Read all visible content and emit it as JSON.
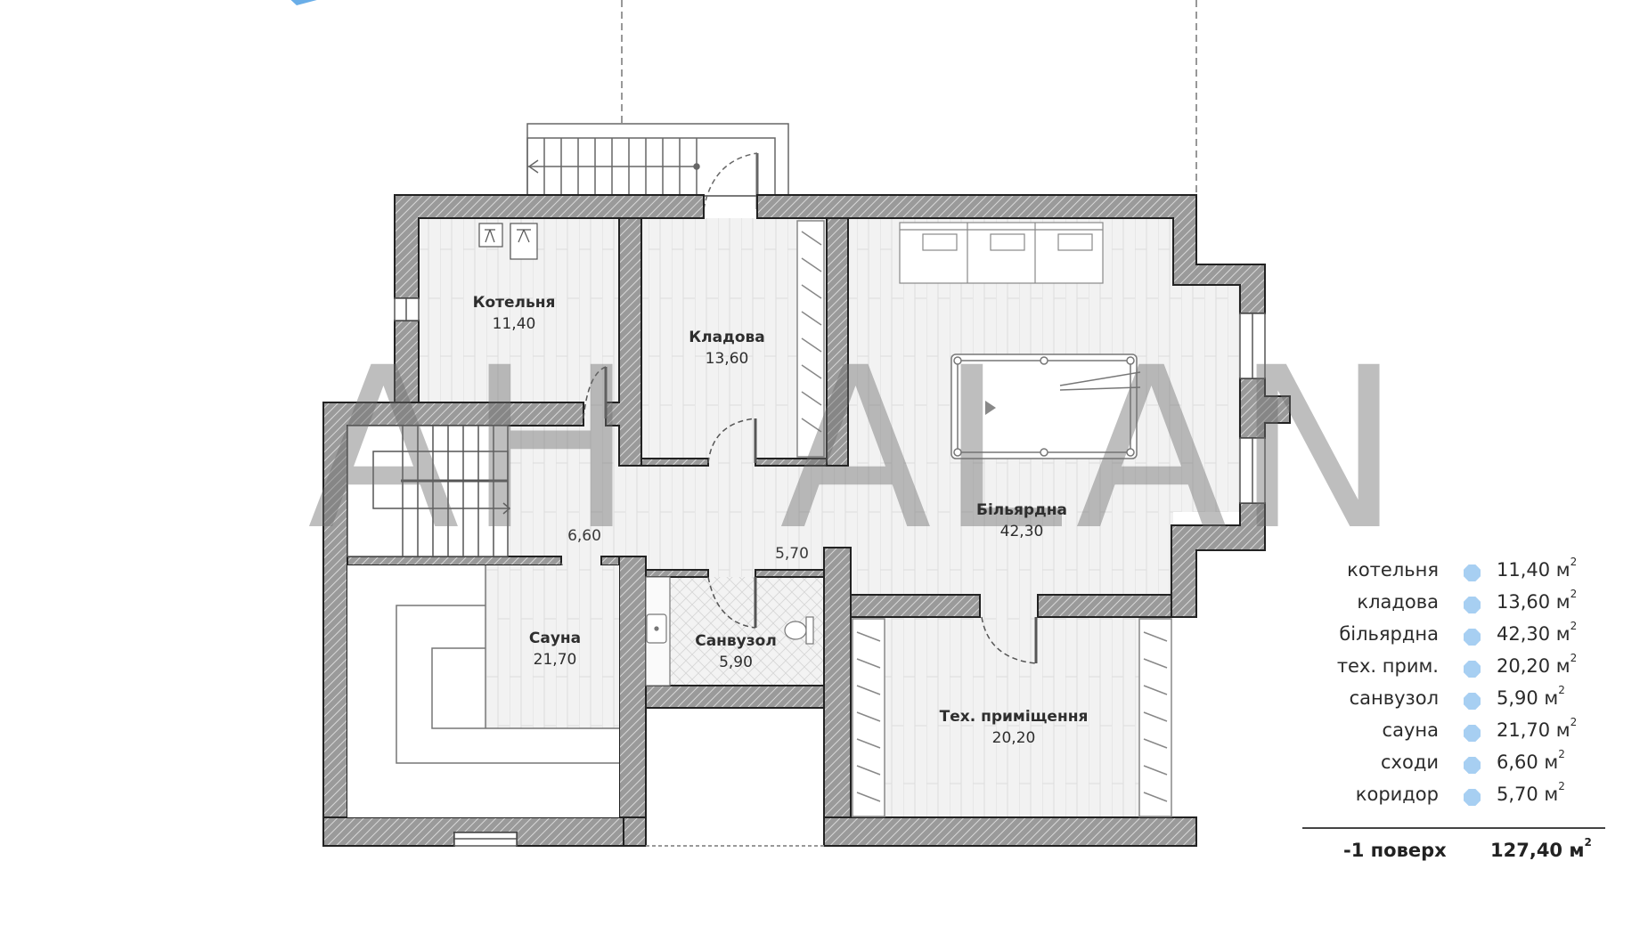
{
  "plan": {
    "floor_label": "-1  поверх",
    "total_area": "127,40 м",
    "total_area_unit_sup": "2",
    "accent_color": "#6aaee8",
    "legend_dot_color": "#a7cff2",
    "watermark": [
      "АН",
      "ALAN"
    ]
  },
  "rooms": [
    {
      "id": "kotelnya",
      "name": "Котельня",
      "area": "11,40"
    },
    {
      "id": "kladova",
      "name": "Кладова",
      "area": "13,60"
    },
    {
      "id": "bilyardna",
      "name": "Більярдна",
      "area": "42,30"
    },
    {
      "id": "skhody",
      "name": "",
      "area": "6,60"
    },
    {
      "id": "korydor",
      "name": "",
      "area": "5,70"
    },
    {
      "id": "sauna",
      "name": "Сауна",
      "area": "21,70"
    },
    {
      "id": "sanvuzol",
      "name": "Санвузол",
      "area": "5,90"
    },
    {
      "id": "tekh",
      "name": "Тех. приміщення",
      "area": "20,20"
    }
  ],
  "legend": [
    {
      "label": "котельня",
      "value": "11,40 м",
      "sup": "2"
    },
    {
      "label": "кладова",
      "value": "13,60 м",
      "sup": "2"
    },
    {
      "label": "більярдна",
      "value": "42,30 м",
      "sup": "2"
    },
    {
      "label": "тех. прим.",
      "value": "20,20 м",
      "sup": "2"
    },
    {
      "label": "санвузол",
      "value": "5,90 м",
      "sup": "2"
    },
    {
      "label": "сауна",
      "value": "21,70 м",
      "sup": "2"
    },
    {
      "label": "сходи",
      "value": "6,60 м",
      "sup": "2"
    },
    {
      "label": "коридор",
      "value": "5,70 м",
      "sup": "2"
    }
  ]
}
